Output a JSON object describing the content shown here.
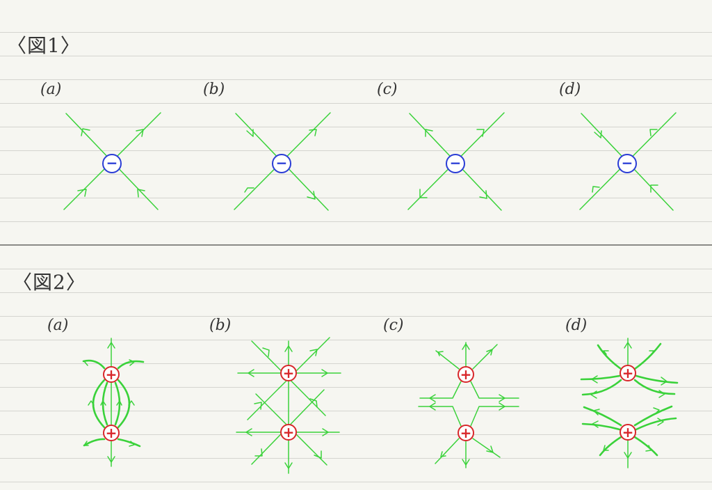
{
  "figures": [
    {
      "title": "〈図1〉",
      "panels": [
        {
          "label": "(a)",
          "charge_sign": "−",
          "arrow_direction": "outward"
        },
        {
          "label": "(b)",
          "charge_sign": "−",
          "arrow_direction": "mixed"
        },
        {
          "label": "(c)",
          "charge_sign": "−",
          "arrow_direction": "outward"
        },
        {
          "label": "(d)",
          "charge_sign": "−",
          "arrow_direction": "inward"
        }
      ]
    },
    {
      "title": "〈図2〉",
      "panels": [
        {
          "label": "(a)",
          "charge_sign": "+"
        },
        {
          "label": "(b)",
          "charge_sign": "+"
        },
        {
          "label": "(c)",
          "charge_sign": "+"
        },
        {
          "label": "(d)",
          "charge_sign": "+"
        }
      ]
    }
  ],
  "colors": {
    "field_line": "#3ad23a",
    "negative_charge": "#2a3cd6",
    "positive_charge": "#d8262a",
    "divider": "#8a8a86"
  }
}
